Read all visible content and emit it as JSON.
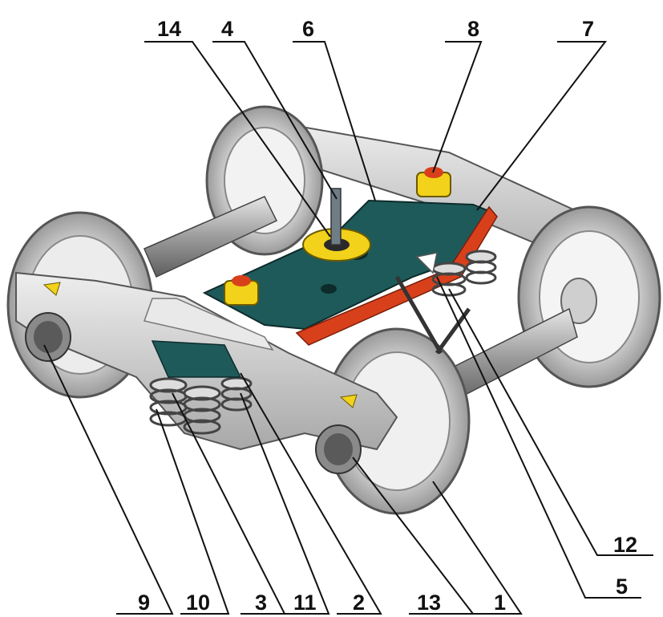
{
  "labels": {
    "l14": "14",
    "l4": "4",
    "l6": "6",
    "l8": "8",
    "l7": "7",
    "l12": "12",
    "l5": "5",
    "l9": "9",
    "l10": "10",
    "l3": "3",
    "l11": "11",
    "l2": "2",
    "l13": "13",
    "l1": "1"
  },
  "colors": {
    "bolster": "#1f5a5a",
    "accent_yellow": "#f2d21a",
    "accent_red": "#d8401c",
    "steel": "#c9c9c9",
    "steel_dark": "#7d7d7d",
    "line": "#111111"
  }
}
